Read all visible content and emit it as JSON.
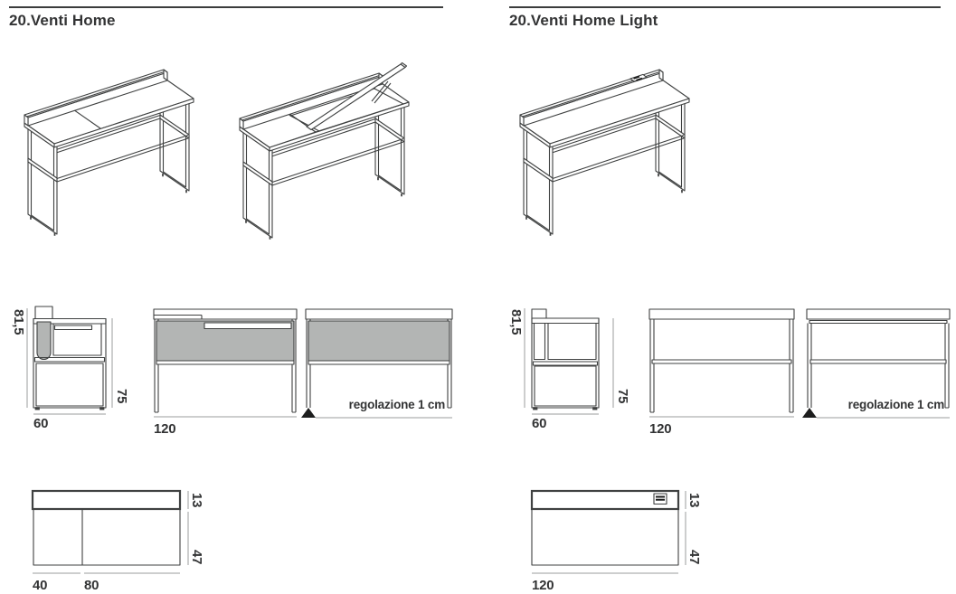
{
  "sheet": {
    "home": {
      "title": "20.Venti Home",
      "side": {
        "height_total": "81,5",
        "height_desk": "75",
        "depth": "60"
      },
      "front": {
        "width": "120",
        "adjustment": "regolazione 1 cm"
      },
      "top": {
        "rail_depth": "13",
        "desk_depth": "47",
        "segment_left": "40",
        "segment_right": "80"
      }
    },
    "light": {
      "title": "20.Venti Home Light",
      "side": {
        "height_total": "81,5",
        "height_desk": "75",
        "depth": "60"
      },
      "front": {
        "width": "120",
        "adjustment": "regolazione 1 cm"
      },
      "top": {
        "rail_depth": "13",
        "desk_depth": "47",
        "width": "120"
      }
    }
  },
  "colors": {
    "drawing_line": "#3f4141",
    "dimension_line": "#9b9c9c",
    "label_text": "#323334",
    "panel_gray": "#b3b5b4",
    "marker_black": "#1d1e1e"
  },
  "icons": {
    "socket": "power-socket-icon",
    "foot_marker": "adjustable-foot-icon"
  }
}
